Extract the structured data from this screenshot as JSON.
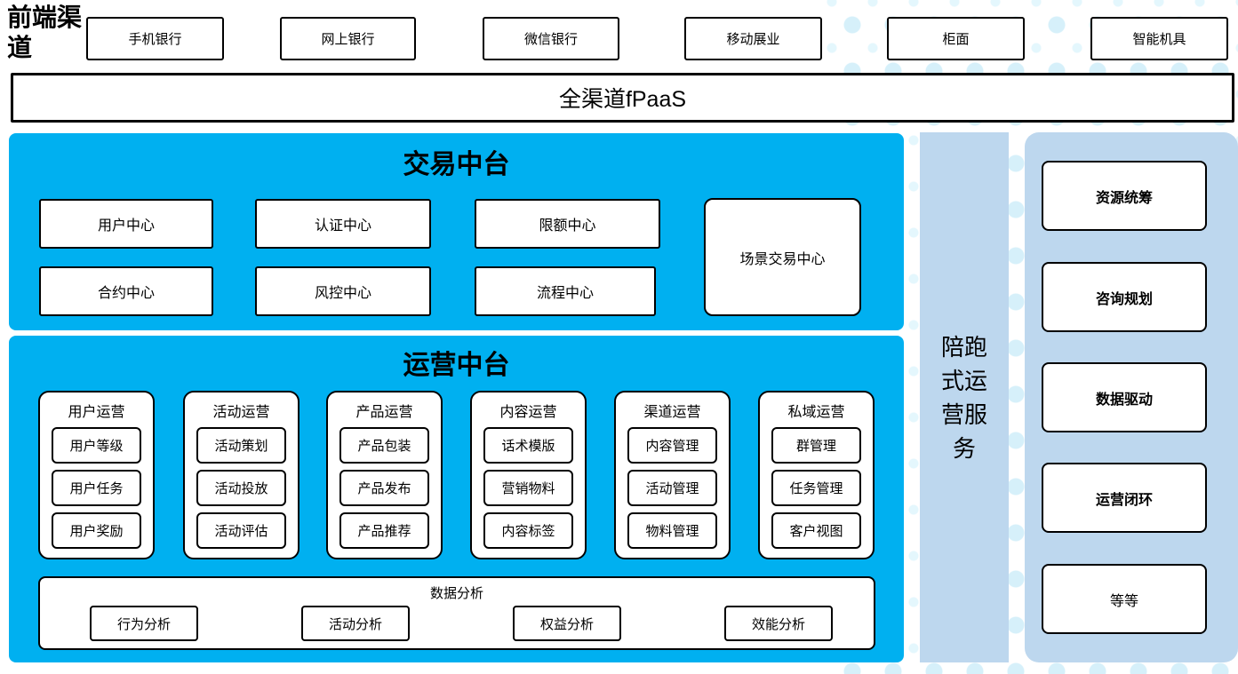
{
  "colors": {
    "platform_blue": "#00b0f0",
    "side_light_blue": "#bdd7ee",
    "dot_cyan": "#d6f0fa",
    "box_border": "#000000",
    "box_fill": "#ffffff"
  },
  "front_channels": {
    "label": "前端渠道",
    "items": [
      "手机银行",
      "网上银行",
      "微信银行",
      "移动展业",
      "柜面",
      "智能机具"
    ]
  },
  "fpaas_bar": {
    "label": "全渠道fPaaS"
  },
  "trade_platform": {
    "title": "交易中台",
    "row1": [
      "用户中心",
      "认证中心",
      "限额中心"
    ],
    "row2": [
      "合约中心",
      "风控中心",
      "流程中心"
    ],
    "scene_box": "场景交易中心"
  },
  "ops_platform": {
    "title": "运营中台",
    "columns": [
      {
        "title": "用户运营",
        "items": [
          "用户等级",
          "用户任务",
          "用户奖励"
        ]
      },
      {
        "title": "活动运营",
        "items": [
          "活动策划",
          "活动投放",
          "活动评估"
        ]
      },
      {
        "title": "产品运营",
        "items": [
          "产品包装",
          "产品发布",
          "产品推荐"
        ]
      },
      {
        "title": "内容运营",
        "items": [
          "话术模版",
          "营销物料",
          "内容标签"
        ]
      },
      {
        "title": "渠道运营",
        "items": [
          "内容管理",
          "活动管理",
          "物料管理"
        ]
      },
      {
        "title": "私域运营",
        "items": [
          "群管理",
          "任务管理",
          "客户视图"
        ]
      }
    ],
    "data_analysis": {
      "title": "数据分析",
      "items": [
        "行为分析",
        "活动分析",
        "权益分析",
        "效能分析"
      ]
    }
  },
  "side_strip": {
    "label": "陪跑式运营服务"
  },
  "service_panel": {
    "items": [
      "资源统筹",
      "咨询规划",
      "数据驱动",
      "运营闭环",
      "等等"
    ]
  }
}
